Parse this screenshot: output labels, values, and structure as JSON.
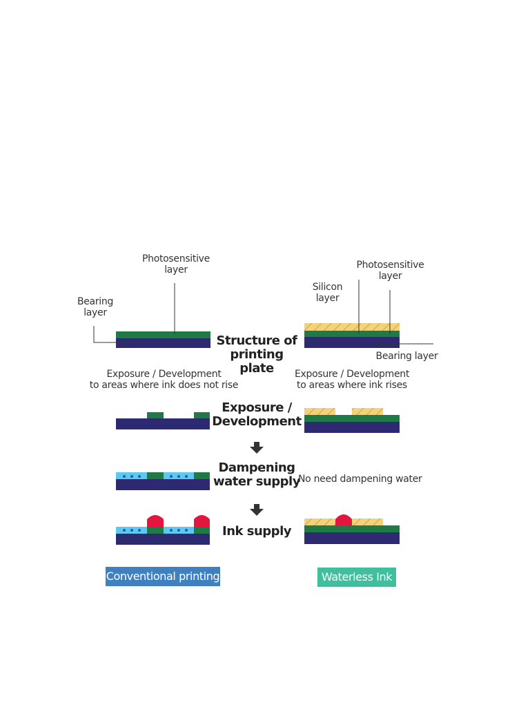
{
  "labels": {
    "left_photosensitive": "Photosensitive\nlayer",
    "left_bearing": "Bearing\nlayer",
    "right_photosensitive": "Photosensitive\nlayer",
    "right_silicon": "Silicon\nlayer",
    "right_bearing": "Bearing layer"
  },
  "steps": {
    "structure": "Structure of\nprinting plate",
    "exposure": "Exposure /\nDevelopment",
    "dampening": "Dampening\nwater supply",
    "ink": "Ink supply"
  },
  "notes": {
    "left_exposure": "Exposure / Development\nto areas where ink does not rise",
    "right_exposure": "Exposure / Development\nto areas where ink rises",
    "no_dampening": "No need dampening water"
  },
  "buttons": {
    "conventional": "Conventional printing",
    "waterless": "Waterless Ink"
  },
  "colors": {
    "bearing": "#2e2a72",
    "photosensitive": "#1f7a45",
    "silicon": "#f2d27a",
    "water": "#5ec8f0",
    "ink": "#e3163f",
    "conventional": "#3f80c0",
    "waterless": "#3fbf9e"
  }
}
